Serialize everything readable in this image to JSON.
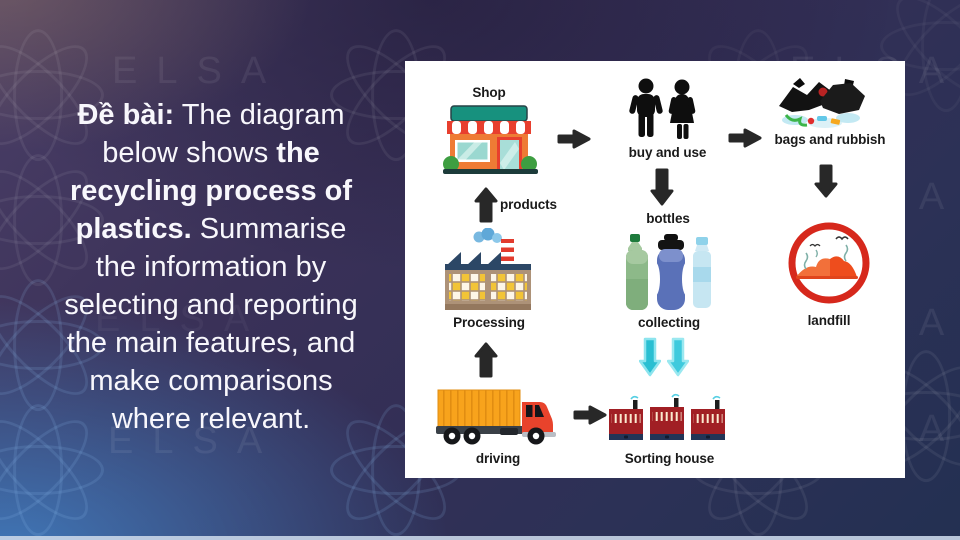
{
  "background": {
    "brand_watermark": "ELSA"
  },
  "task": {
    "l1b": "Đề bài:",
    "l1n": " The diagram",
    "l2n": "below shows ",
    "l2b": "the",
    "l3b": "recycling process of",
    "l4b": "plastics.",
    "l4n": " Summarise",
    "l5": "the information by",
    "l6": "selecting and reporting",
    "l7": "the main features, and",
    "l8": "make comparisons",
    "l9": "where relevant."
  },
  "diagram": {
    "labels": {
      "shop": "Shop",
      "buy_and_use": "buy and use",
      "bags_and_rubbish": "bags and rubbish",
      "products": "products",
      "bottles": "bottles",
      "processing": "Processing",
      "collecting": "collecting",
      "landfill": "landfill",
      "driving": "driving",
      "sorting_house": "Sorting house"
    },
    "colors": {
      "panel_bg": "#ffffff",
      "flow_arrow": "#282828",
      "collect_arrow": "#29bfd2",
      "landfill_ring": "#d6281c",
      "shop_awning": "#e83f2e",
      "shop_sign": "#17917e",
      "truck_container": "#f8a31c",
      "truck_cab": "#e8432c",
      "sorting_building": "#a11f24"
    }
  }
}
